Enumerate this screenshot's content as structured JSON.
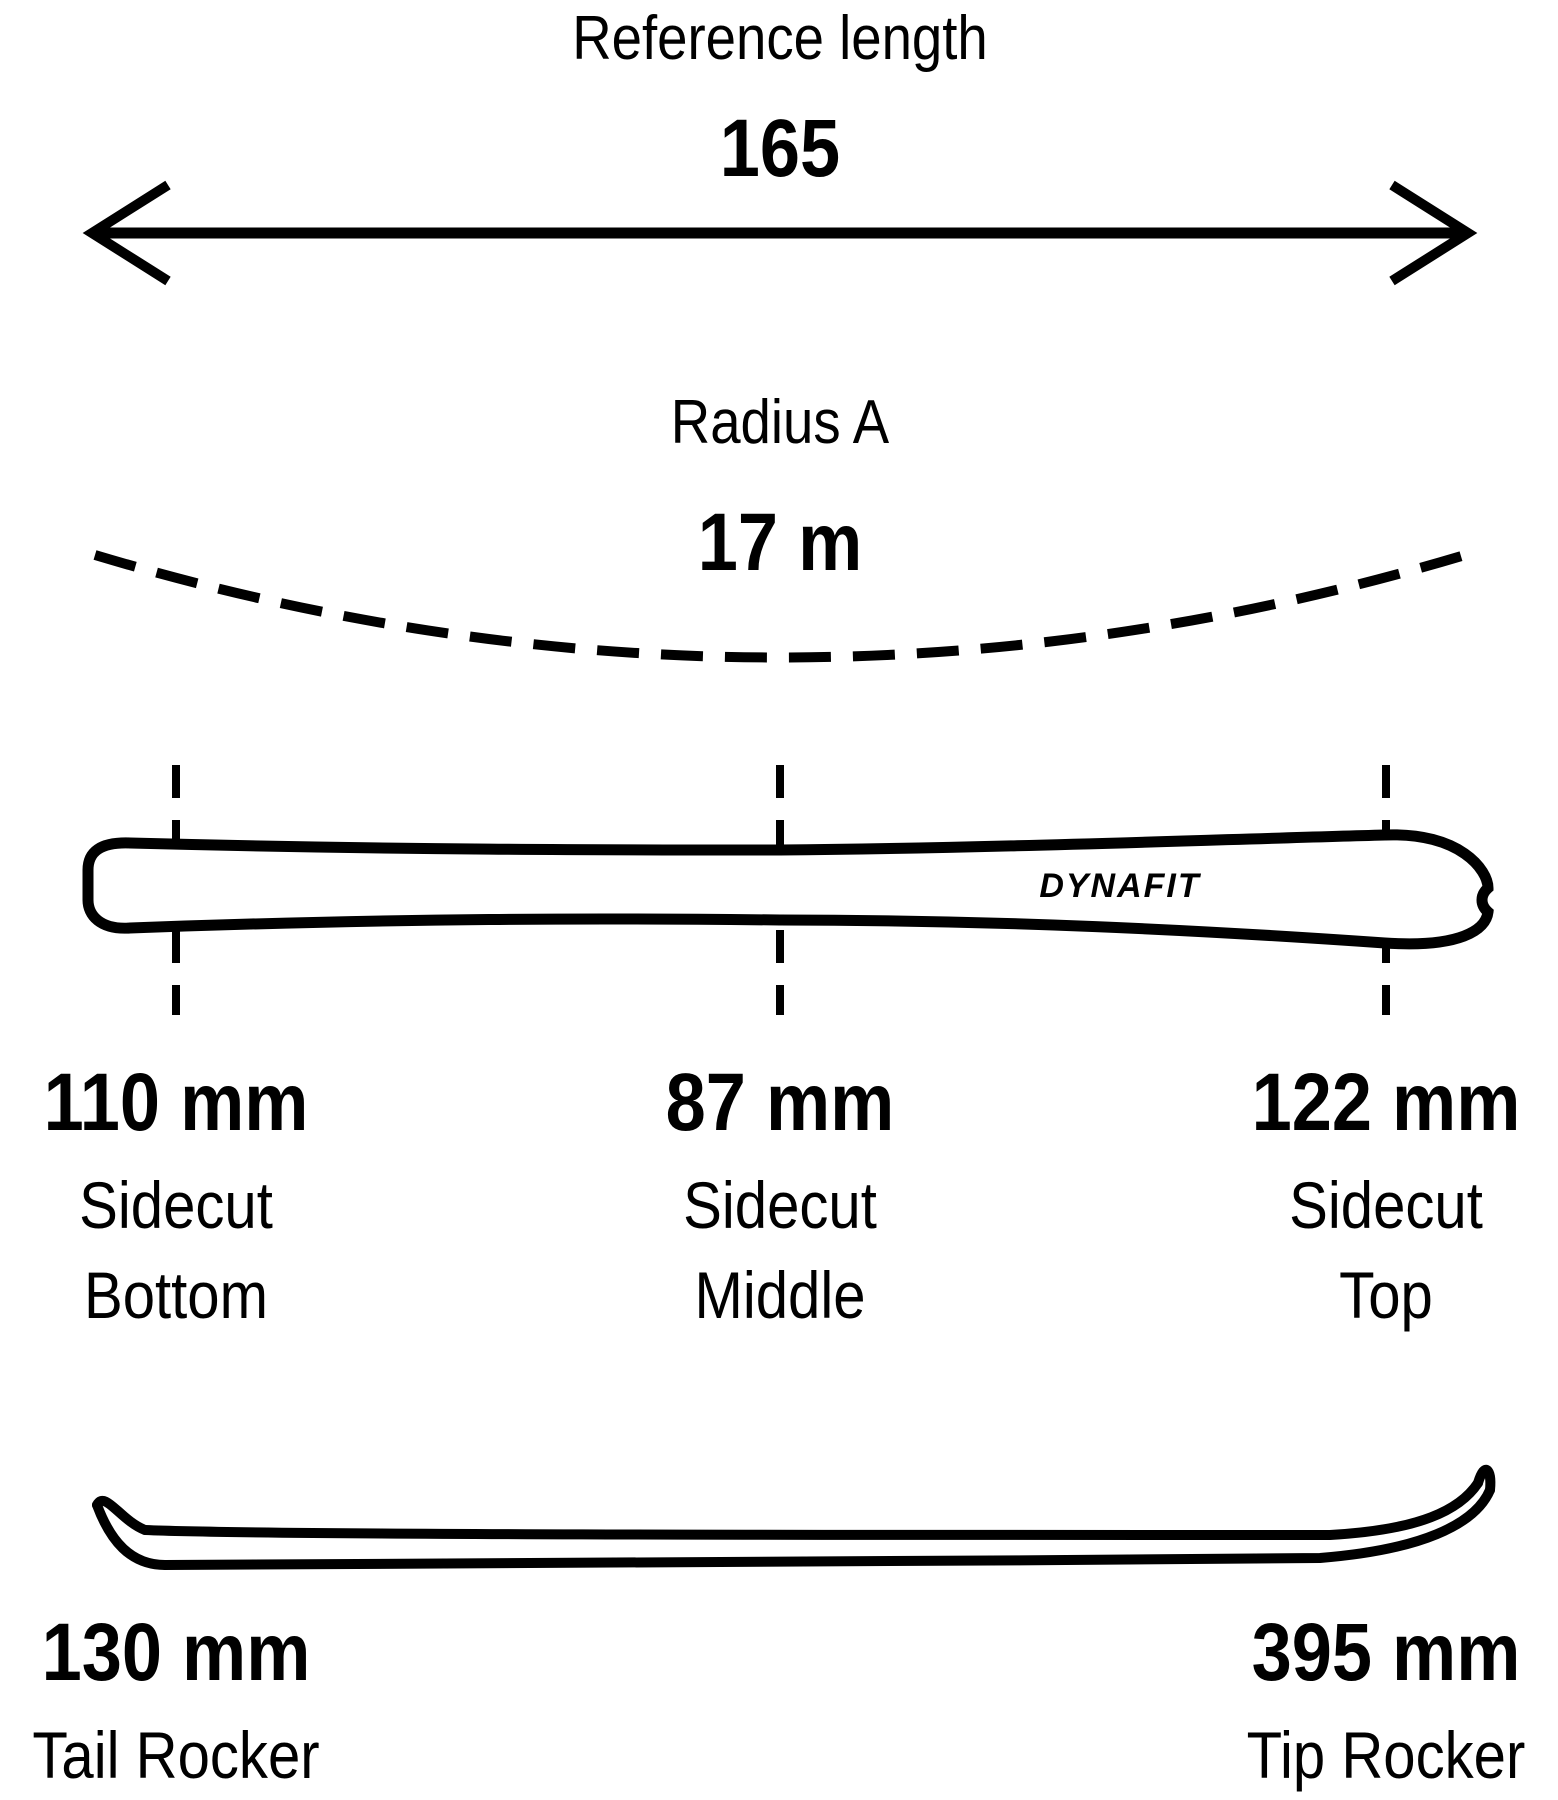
{
  "reference_length": {
    "label": "Reference length",
    "value": "165"
  },
  "radius": {
    "label": "Radius A",
    "value": "17 m"
  },
  "brand": {
    "logo_text": "DYNAFIT"
  },
  "sidecut": [
    {
      "value": "110 mm",
      "line1": "Sidecut",
      "line2": "Bottom"
    },
    {
      "value": "87 mm",
      "line1": "Sidecut",
      "line2": "Middle"
    },
    {
      "value": "122 mm",
      "line1": "Sidecut",
      "line2": "Top"
    }
  ],
  "rocker": [
    {
      "value": "130 mm",
      "label": "Tail Rocker"
    },
    {
      "value": "395 mm",
      "label": "Tip Rocker"
    }
  ],
  "colors": {
    "ink": "#000000",
    "background": "#ffffff"
  }
}
